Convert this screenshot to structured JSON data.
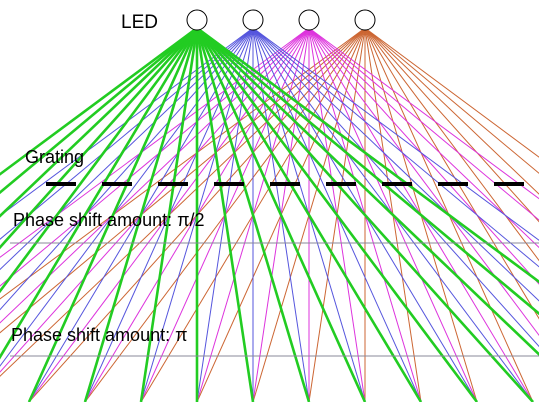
{
  "labels": {
    "led": "LED",
    "grating": "Grating",
    "phase_half": "Phase shift amount: π/2",
    "phase_full": "Phase shift amount: π"
  },
  "colors": {
    "background": "#ffffff",
    "grating": "#000000",
    "reference_line": "#888899",
    "led_outline": "#000000"
  },
  "leds": [
    {
      "name": "led-1",
      "color": "#22cc22",
      "thick": true
    },
    {
      "name": "led-2",
      "color": "#5555dd",
      "thick": false
    },
    {
      "name": "led-3",
      "color": "#dd33dd",
      "thick": false
    },
    {
      "name": "led-4",
      "color": "#cc6633",
      "thick": false
    }
  ]
}
